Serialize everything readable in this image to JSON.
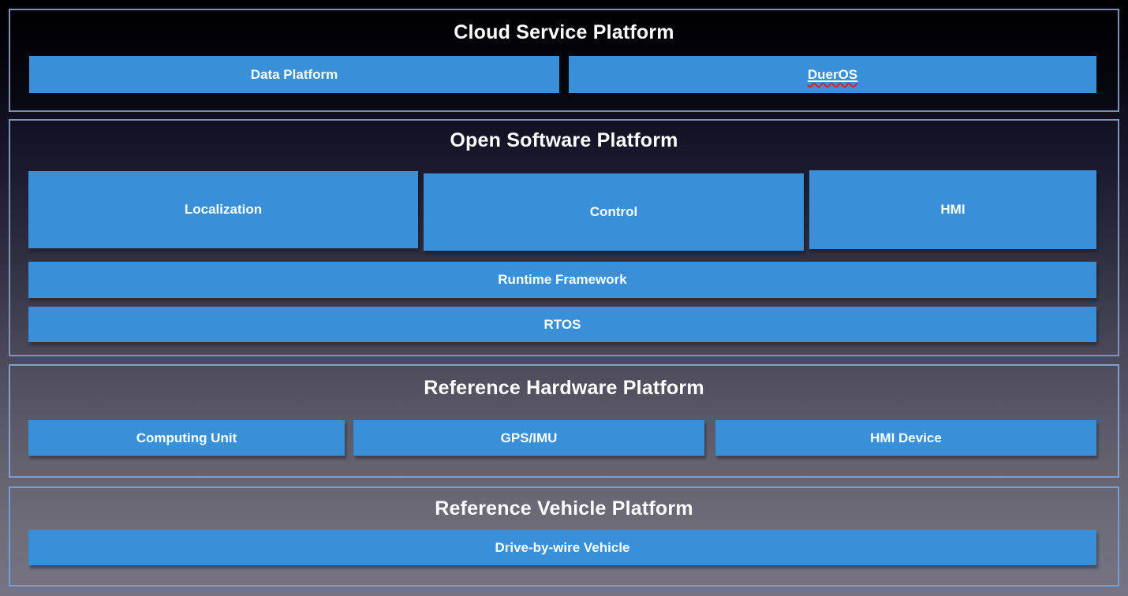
{
  "colors": {
    "box_blue": "#3a90d8",
    "layer_border_top": "#7e90b6",
    "layer_border_bottom": "#6f9ed8",
    "background_top": "#000002",
    "background_bottom": "#767482",
    "title_text": "#ffffff",
    "box_text": "#ffffff",
    "spellcheck_underline_red": "#e01f1f"
  },
  "cloud": {
    "title": "Cloud Service Platform",
    "data_platform": "Data Platform",
    "dueros": "DuerOS"
  },
  "software": {
    "title": "Open Software Platform",
    "localization": "Localization",
    "control": "Control",
    "hmi": "HMI",
    "runtime_framework": "Runtime Framework",
    "rtos": "RTOS"
  },
  "hardware": {
    "title": "Reference Hardware Platform",
    "computing_unit": "Computing Unit",
    "gps_imu": "GPS/IMU",
    "hmi_device": "HMI Device"
  },
  "vehicle": {
    "title": "Reference Vehicle Platform",
    "drive_by_wire": "Drive-by-wire Vehicle"
  }
}
